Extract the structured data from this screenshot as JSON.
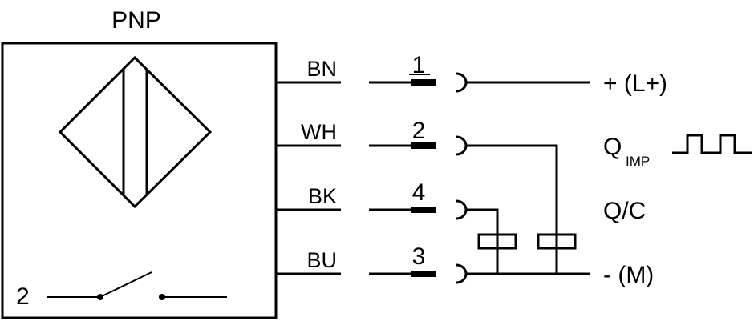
{
  "title": "PNP",
  "sensor_switch_label": "2",
  "wires": [
    {
      "color_code": "BN",
      "pin": "1",
      "signal": "+ (L+)"
    },
    {
      "color_code": "WH",
      "pin": "2",
      "signal": "Q",
      "signal_sub": "IMP"
    },
    {
      "color_code": "BK",
      "pin": "4",
      "signal": "Q/C"
    },
    {
      "color_code": "BU",
      "pin": "3",
      "signal": "- (M)"
    }
  ],
  "colors": {
    "line": "#000000",
    "background": "#ffffff"
  }
}
